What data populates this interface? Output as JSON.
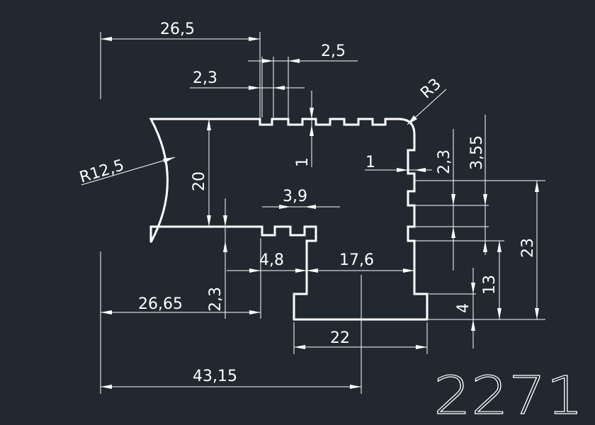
{
  "background_color": "#212830",
  "line_color": "#ffffff",
  "part_number": "2271",
  "dimensions": {
    "top_width": "26,5",
    "groove_width": "2,5",
    "tooth_width": "2,3",
    "radius_corner": "R3",
    "radius_left": "R12,5",
    "left_height": "20",
    "groove_depth": "1",
    "side_groove_depth": "1",
    "side_notch_height": "2,3",
    "side_notch_offset": "3,55",
    "total_height_right": "23",
    "mid_tooth_width": "3,9",
    "step_width": "4,8",
    "stem_width": "17,6",
    "base_height": "13",
    "base_thickness": "4",
    "lower_step_height": "2,3",
    "lower_width": "26,65",
    "base_width": "22",
    "overall_width": "43,15"
  }
}
